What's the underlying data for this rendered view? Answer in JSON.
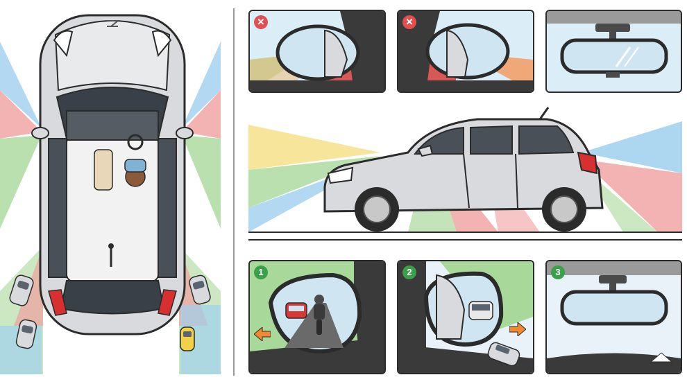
{
  "badges": {
    "wrong_1": "✕",
    "wrong_2": "✕",
    "step_1": "1",
    "step_2": "2",
    "step_3": "3"
  },
  "colors": {
    "wrong_badge": "#e05050",
    "step_badge": "#3aa04a",
    "zone_blue": "#9fd0ee",
    "zone_red": "#f0a0a0",
    "zone_green": "#a8d89a",
    "zone_yellow": "#f4e08a",
    "car_body": "#d8dadd",
    "outline": "#2b2b2b"
  },
  "icons": {
    "wrong": "cross-icon",
    "step": "number-badge",
    "arrow_left": "arrow-left-icon",
    "arrow_right": "arrow-right-icon",
    "logo": "brand-logo-icon"
  }
}
